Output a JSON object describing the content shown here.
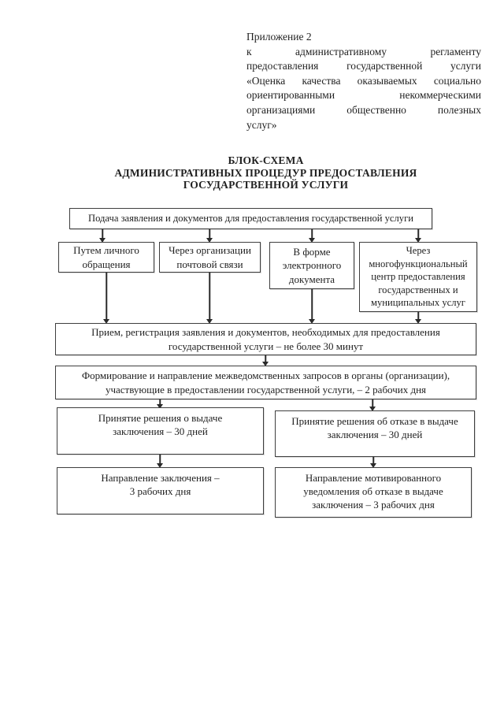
{
  "colors": {
    "paper": "#ffffff",
    "ink": "#1f1f1f",
    "box_border": "#3e3e3e"
  },
  "header": {
    "lines": [
      "Приложение 2",
      "к административному регламенту",
      "предоставления государственной услуги",
      "«Оценка качества оказываемых социально",
      "ориентированными некоммерческими",
      "организациями общественно полезных",
      "услуг»"
    ]
  },
  "title": {
    "lines": [
      "БЛОК-СХЕМА",
      "АДМИНИСТРАТИВНЫХ ПРОЦЕДУР ПРЕДОСТАВЛЕНИЯ",
      "ГОСУДАРСТВЕННОЙ УСЛУГИ"
    ]
  },
  "flowchart": {
    "nodes": {
      "submission": "Подача заявления и документов для предоставления государственной услуги",
      "in_person": "Путем личного\nобращения",
      "postal": "Через организации\nпочтовой связи",
      "electronic": "В форме\nэлектронного\nдокумента",
      "mfc": "Через\nмногофункциональный\nцентр предоставления\nгосударственных и\nмуниципальных услуг",
      "reception": "Прием, регистрация заявления и документов, необходимых для предоставления\nгосударственной услуги – не более 30 минут",
      "interagency": "Формирование и направление межведомственных запросов в органы (организации),\nучаствующие в предоставлении государственной услуги, – 2 рабочих дня",
      "decision_issue": "Принятие решения о выдаче\nзаключения – 30 дней",
      "decision_refuse": "Принятие решения об отказе в выдаче\nзаключения – 30 дней",
      "send_conclusion": "Направление заключения –\n3 рабочих дня",
      "send_refusal": "Направление мотивированного\nуведомления об отказе в выдаче\nзаключения – 3 рабочих дня"
    }
  }
}
